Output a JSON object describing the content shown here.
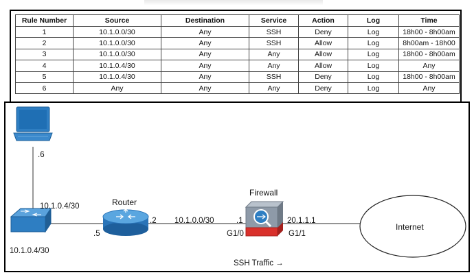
{
  "table": {
    "headers": [
      "Rule Number",
      "Source",
      "Destination",
      "Service",
      "Action",
      "Log",
      "Time"
    ],
    "rows": [
      [
        "1",
        "10.1.0.0/30",
        "Any",
        "SSH",
        "Deny",
        "Log",
        "18h00 - 8h00am"
      ],
      [
        "2",
        "10.1.0.0/30",
        "Any",
        "SSH",
        "Allow",
        "Log",
        "8h00am - 18h00"
      ],
      [
        "3",
        "10.1.0.0/30",
        "Any",
        "Any",
        "Allow",
        "Log",
        "18h00 - 8h00am"
      ],
      [
        "4",
        "10.1.0.4/30",
        "Any",
        "Any",
        "Allow",
        "Log",
        "Any"
      ],
      [
        "5",
        "10.1.0.4/30",
        "Any",
        "SSH",
        "Deny",
        "Log",
        "18h00 - 8h00am"
      ],
      [
        "6",
        "Any",
        "Any",
        "Any",
        "Deny",
        "Log",
        "Any"
      ]
    ]
  },
  "diagram": {
    "laptop_label": ".6",
    "switch_subnet_top": "10.1.0.4/30",
    "switch_subnet_bottom": "10.1.0.4/30",
    "router_title": "Router",
    "router_left": ".5",
    "router_right": ".2",
    "link_subnet": "10.1.0.0/30",
    "firewall_title": "Firewall",
    "fw_inside_ip": ".1",
    "fw_inside_if": "G1/0",
    "fw_outside_ip": "20.1.1.1",
    "fw_outside_if": "G1/1",
    "internet_label": "Internet",
    "traffic_label": "SSH Traffic →"
  },
  "colors": {
    "device_blue": "#2e7ec2",
    "firewall_red": "#d9302b",
    "firewall_grey": "#8e9aa8"
  },
  "icons": [
    "laptop-icon",
    "switch-icon",
    "router-icon",
    "firewall-icon",
    "internet-cloud"
  ]
}
